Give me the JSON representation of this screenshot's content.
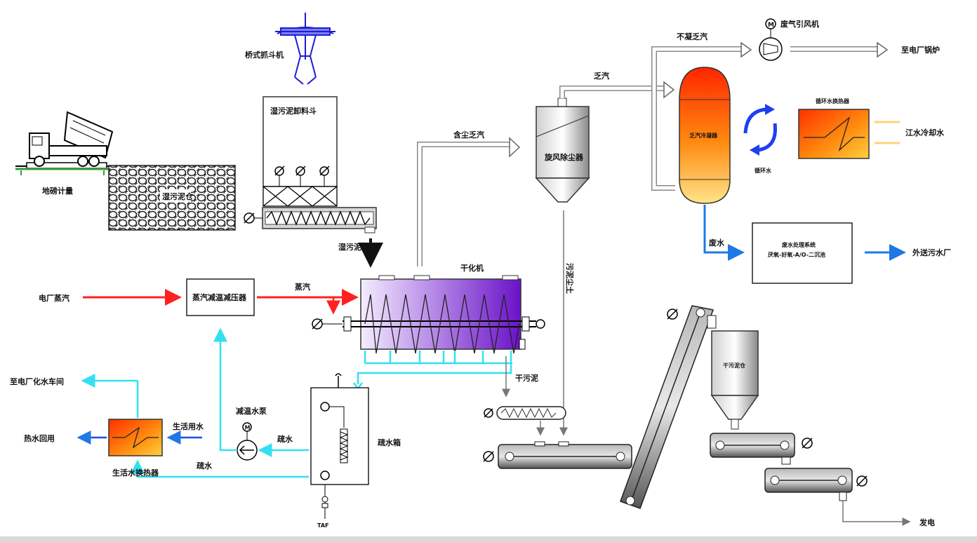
{
  "labels": {
    "truck_scale": "地磅计量",
    "grab_crane": "桥式抓斗机",
    "sludge_hopper": "湿污泥卸料斗",
    "sludge_pit": "湿污泥仓",
    "wet_sludge": "湿污泥",
    "power_steam": "电厂蒸汽",
    "desuperheater": "蒸汽减温减压器",
    "steam": "蒸汽",
    "dryer": "干化机",
    "dust_steam": "含尘乏汽",
    "dust_remover": "旋风除尘器",
    "exhaust_steam": "乏汽",
    "noncond_gas": "不凝乏汽",
    "exhaust_fan": "废气引风机",
    "to_boiler": "至电厂锅炉",
    "condenser": "乏汽冷凝器",
    "circ_water": "循环水",
    "circ_hx": "循环水换热器",
    "cooling_water": "江水冷却水",
    "waste_water": "废水",
    "wwtp_line1": "废水处理系统",
    "wwtp_line2": "厌氧-好氧-A/O-二沉池",
    "to_wwtp": "外送污水厂",
    "sludge_dust": "污泥尘土",
    "dry_sludge": "干污泥",
    "dry_silo": "干污泥仓",
    "to_chemical": "至电厂化水车间",
    "hot_water": "热水回用",
    "domestic_water": "生活用水",
    "domestic_hx": "生活水换热器",
    "desup_pump": "减温水泵",
    "condensate": "疏水",
    "condensate_tank": "疏水箱",
    "power_gen": "发电",
    "trap": "TAF"
  },
  "colors": {
    "steam_line": "#ff2020",
    "condensate_line": "#33e0f2",
    "blue_line": "#1e78e6",
    "dryer_fill": "#7a1fd0",
    "hot_red": "#ff2a00",
    "hot_yellow": "#ffe080",
    "crane_blue": "#1c1cd8"
  },
  "icons": {
    "valve": "valve-icon",
    "fan": "fan-icon",
    "pump": "pump-icon",
    "motor": "motor-icon"
  }
}
